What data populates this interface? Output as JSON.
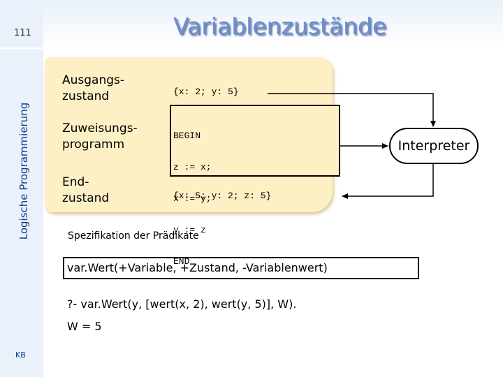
{
  "slide": {
    "page_number": "111",
    "title": "Variablenzustände",
    "vertical_label": "Logische Programmierung",
    "author": "KB"
  },
  "diagram": {
    "labels": {
      "initial_state": [
        "Ausgangs-",
        "zustand"
      ],
      "assignment_program": [
        "Zuweisungs-",
        "programm"
      ],
      "final_state": [
        "End-",
        "zustand"
      ]
    },
    "initial_state_value": "{x: 2; y: 5}",
    "program_lines": [
      "BEGIN",
      "z := x;",
      "x := y;",
      "y := z",
      "END"
    ],
    "final_state_value": "{x: 5; y: 2; z: 5}",
    "interpreter": "Interpreter"
  },
  "specification": {
    "heading": "Spezifikation der Prädikate",
    "predicate": "var.Wert(+Variable, +Zustand, -Variablenwert)",
    "query": "?- var.Wert(y, [wert(x, 2), wert(y, 5)], W).",
    "answer": "W = 5"
  },
  "colors": {
    "sidebar": "#eaf1fa",
    "title": "#6a8fcf",
    "vertical_label": "#0b3a8a",
    "note_background": "#fdf0c5"
  }
}
